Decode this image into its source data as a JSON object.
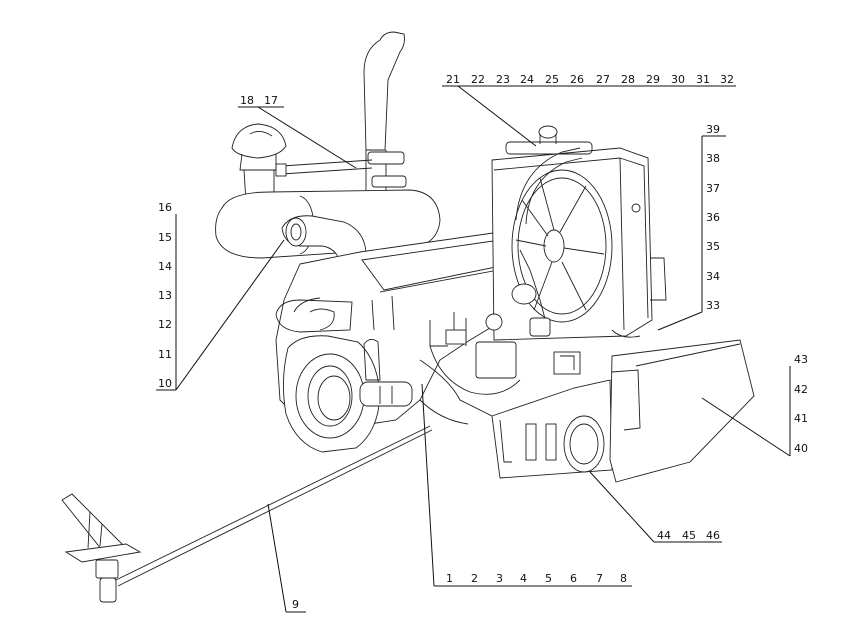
{
  "callouts": {
    "top_row": [
      "21",
      "22",
      "23",
      "24",
      "25",
      "26",
      "27",
      "28",
      "29",
      "30",
      "31",
      "32"
    ],
    "right_column": [
      "39",
      "38",
      "37",
      "36",
      "35",
      "34",
      "33"
    ],
    "far_right_column": [
      "43",
      "42",
      "41",
      "40"
    ],
    "left_column": [
      "16",
      "15",
      "14",
      "13",
      "12",
      "11",
      "10"
    ],
    "top_left": [
      "18",
      "17"
    ],
    "bottom_row": [
      "1",
      "2",
      "3",
      "4",
      "5",
      "6",
      "7",
      "8"
    ],
    "bottom_right": [
      "44",
      "45",
      "46"
    ],
    "bottom_single": "9"
  }
}
